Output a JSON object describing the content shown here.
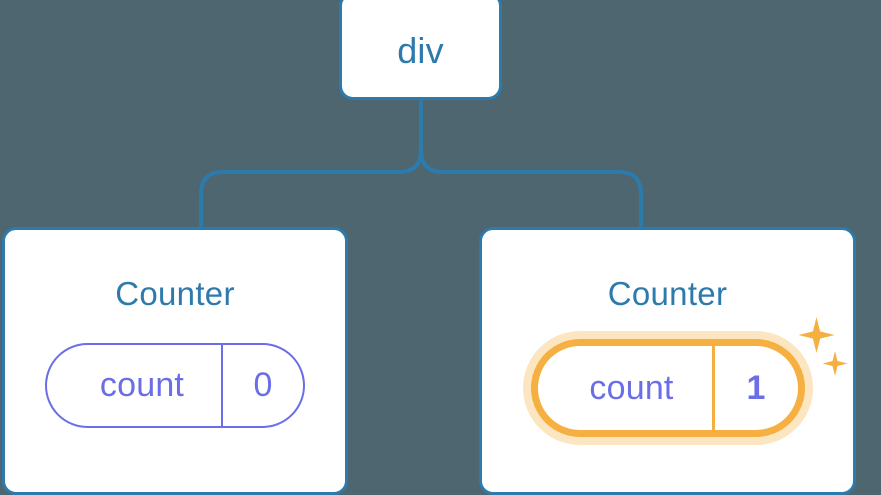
{
  "diagram": {
    "background_color": "#4d6670",
    "node_border_color": "#2d7aad",
    "node_text_color": "#2d7aad",
    "hook_color": "#6b6ee6",
    "highlight_color": "#f5b041",
    "connector_color": "#2d7aad",
    "root": {
      "label": "div"
    },
    "children": [
      {
        "title": "Counter",
        "hook": {
          "name": "count",
          "value": "0",
          "highlighted": false
        }
      },
      {
        "title": "Counter",
        "hook": {
          "name": "count",
          "value": "1",
          "highlighted": true
        },
        "sparkle_icons": [
          "sparkle-large",
          "sparkle-small"
        ]
      }
    ]
  }
}
